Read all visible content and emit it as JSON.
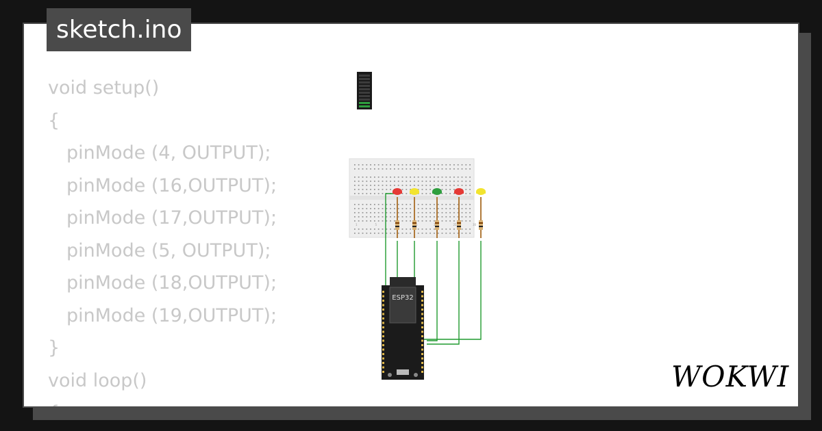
{
  "file_tab": {
    "label": "sketch.ino"
  },
  "code": {
    "lines": [
      {
        "text": "void setup()",
        "indent": false
      },
      {
        "text": "{",
        "indent": false
      },
      {
        "text": "pinMode (4, OUTPUT);",
        "indent": true
      },
      {
        "text": "pinMode (16,OUTPUT);",
        "indent": true
      },
      {
        "text": "pinMode (17,OUTPUT);",
        "indent": true
      },
      {
        "text": "pinMode (5, OUTPUT);",
        "indent": true
      },
      {
        "text": "pinMode (18,OUTPUT);",
        "indent": true
      },
      {
        "text": "pinMode (19,OUTPUT);",
        "indent": true
      },
      {
        "text": "}",
        "indent": false
      },
      {
        "text": "void loop()",
        "indent": false
      },
      {
        "text": "{",
        "indent": false
      }
    ]
  },
  "circuit": {
    "board_label": "ESP32",
    "leds": [
      {
        "color": "#e53935"
      },
      {
        "color": "#f2e42f"
      },
      {
        "color": "#2e9e3e"
      },
      {
        "color": "#e53935"
      },
      {
        "color": "#f2e42f"
      }
    ],
    "wire_color": "#1f9a2e",
    "breadboard_labels": [
      "1",
      "5",
      "10",
      "15",
      "20",
      "25",
      "30"
    ]
  },
  "brand": {
    "logo_text": "WOKWI",
    "logo_color": "#000000"
  }
}
